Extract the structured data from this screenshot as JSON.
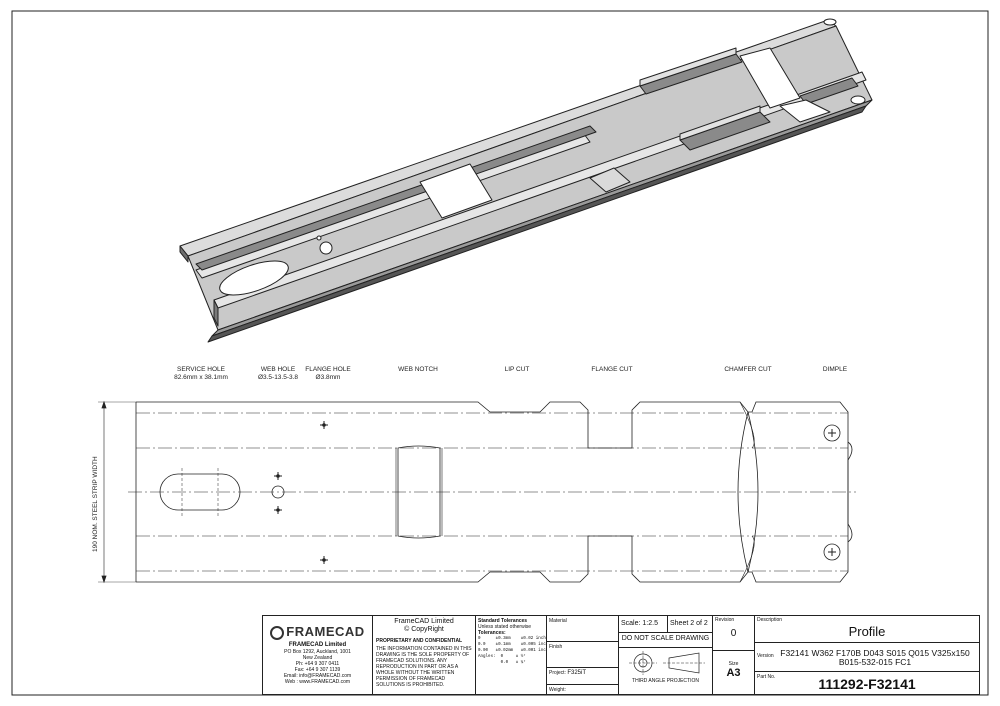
{
  "feature_labels": [
    {
      "id": "service_hole",
      "line1": "SERVICE HOLE",
      "line2": "82.6mm x 38.1mm"
    },
    {
      "id": "web_hole",
      "line1": "WEB HOLE",
      "line2": "Ø3.5-13.5-3.8"
    },
    {
      "id": "flange_hole",
      "line1": "FLANGE HOLE",
      "line2": "Ø3.8mm"
    },
    {
      "id": "web_notch",
      "line1": "WEB NOTCH",
      "line2": ""
    },
    {
      "id": "lip_cut",
      "line1": "LIP CUT",
      "line2": ""
    },
    {
      "id": "flange_cut",
      "line1": "FLANGE CUT",
      "line2": ""
    },
    {
      "id": "chamfer_cut",
      "line1": "CHAMFER CUT",
      "line2": ""
    },
    {
      "id": "dimple",
      "line1": "DIMPLE",
      "line2": ""
    }
  ],
  "strip_width_label": "190 NOM. STEEL STRIP WIDTH",
  "title_block": {
    "company_logo": "FRAMECAD",
    "company_name": "FRAMECAD Limited",
    "address1": "PO Box 1292, Auckland, 1001",
    "address2": "New Zealand",
    "phone": "Ph:   +64 9 307 0411",
    "fax": "Fax:  +64 9 307 1139",
    "email": "Email: info@FRAMECAD.com",
    "web": "Web : www.FRAMECAD.com",
    "copyright1": "FrameCAD Limited",
    "copyright2": "© CopyRight",
    "proprietary_title": "PROPRIETARY AND CONFIDENTIAL",
    "proprietary_text": "THE INFORMATION CONTAINED IN THIS DRAWING IS THE SOLE PROPERTY OF FRAMECAD SOLUTIONS. ANY REPRODUCTION IN PART OR AS A WHOLE WITHOUT THE WRITTEN PERMISSION OF FRAMECAD SOLUTIONS IS PROHIBITED.",
    "tolerances_title": "Standard Tolerances",
    "tolerances_sub": "Unless stated otherwise",
    "tolerances_label": "Tolerances:",
    "tol_rows": [
      "0      ±0.3mm    ±0.02 inch",
      "0.0    ±0.1mm    ±0.005 inch",
      "0.00   ±0.02mm   ±0.001 inch",
      "Angles:  0     ± ½°",
      "         0.0   ± ¼°"
    ],
    "material_label": "Material",
    "finish_label": "Finish",
    "project_label": "Project:",
    "project_value": "F325iT",
    "weight_label": "Weight:",
    "scale": "Scale: 1:2.5",
    "sheet": "Sheet  2  of  2",
    "do_not_scale": "DO NOT SCALE DRAWING",
    "projection": "THIRD ANGLE PROJECTION",
    "revision_label": "Revision",
    "revision_value": "0",
    "size_label": "Size",
    "size_value": "A3",
    "description_label": "Description",
    "description_value": "Profile",
    "version_label": "Version",
    "version_value_1": "F32141 W362 F170B D043 S015 Q015 V325x150",
    "version_value_2": "B015-532-015 FC1",
    "part_label": "Part No.",
    "part_value": "111292-F32141"
  }
}
